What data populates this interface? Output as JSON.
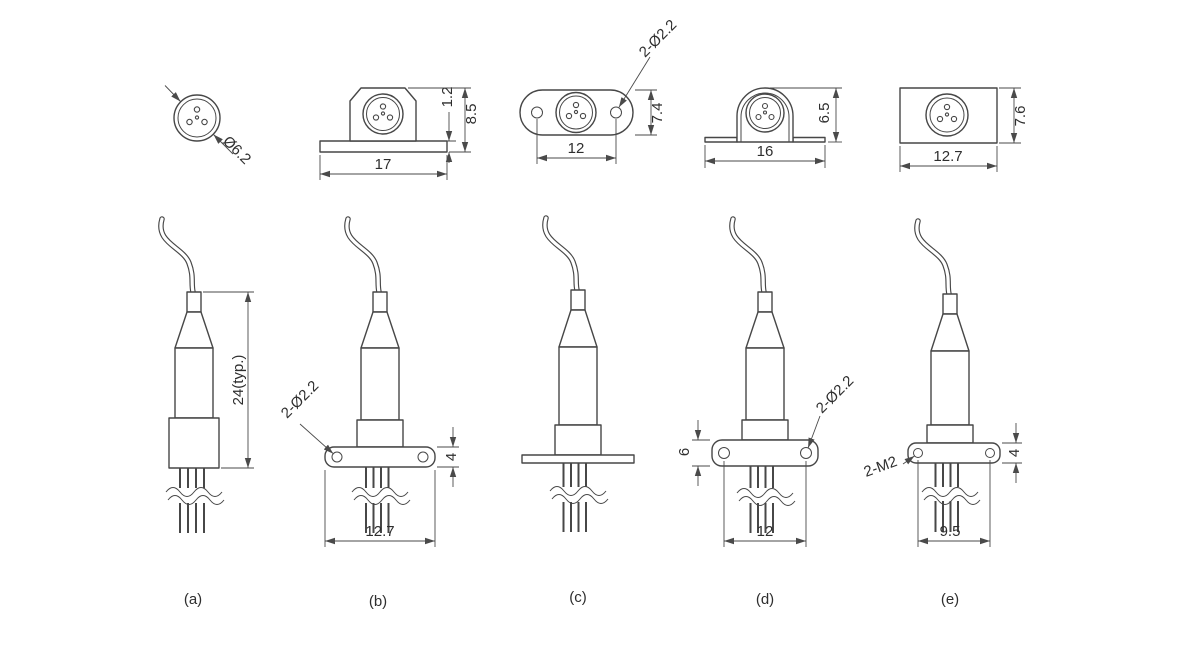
{
  "colors": {
    "line": "#4a4a4a",
    "text": "#2e2e2e",
    "background": "#ffffff"
  },
  "variants": [
    {
      "label": "(a)",
      "top_view": {
        "diameter": "Ø6.2"
      },
      "side_view": {
        "height": "24(typ.)"
      }
    },
    {
      "label": "(b)",
      "top_view": {
        "width": "17",
        "flange_thickness": "1.2",
        "height": "8.5"
      },
      "side_view": {
        "holes": "2-Ø2.2",
        "flange_thickness": "4",
        "width": "12.7"
      }
    },
    {
      "label": "(c)",
      "top_view": {
        "holes": "2-Ø2.2",
        "width": "12",
        "height": "7.4"
      },
      "side_view": {}
    },
    {
      "label": "(d)",
      "top_view": {
        "width": "16",
        "height": "6.5"
      },
      "side_view": {
        "flange_thickness": "6",
        "holes": "2-Ø2.2",
        "width": "12"
      }
    },
    {
      "label": "(e)",
      "top_view": {
        "width": "12.7",
        "height": "7.6"
      },
      "side_view": {
        "holes": "2-M2",
        "flange_thickness": "4",
        "width": "9.5"
      }
    }
  ]
}
